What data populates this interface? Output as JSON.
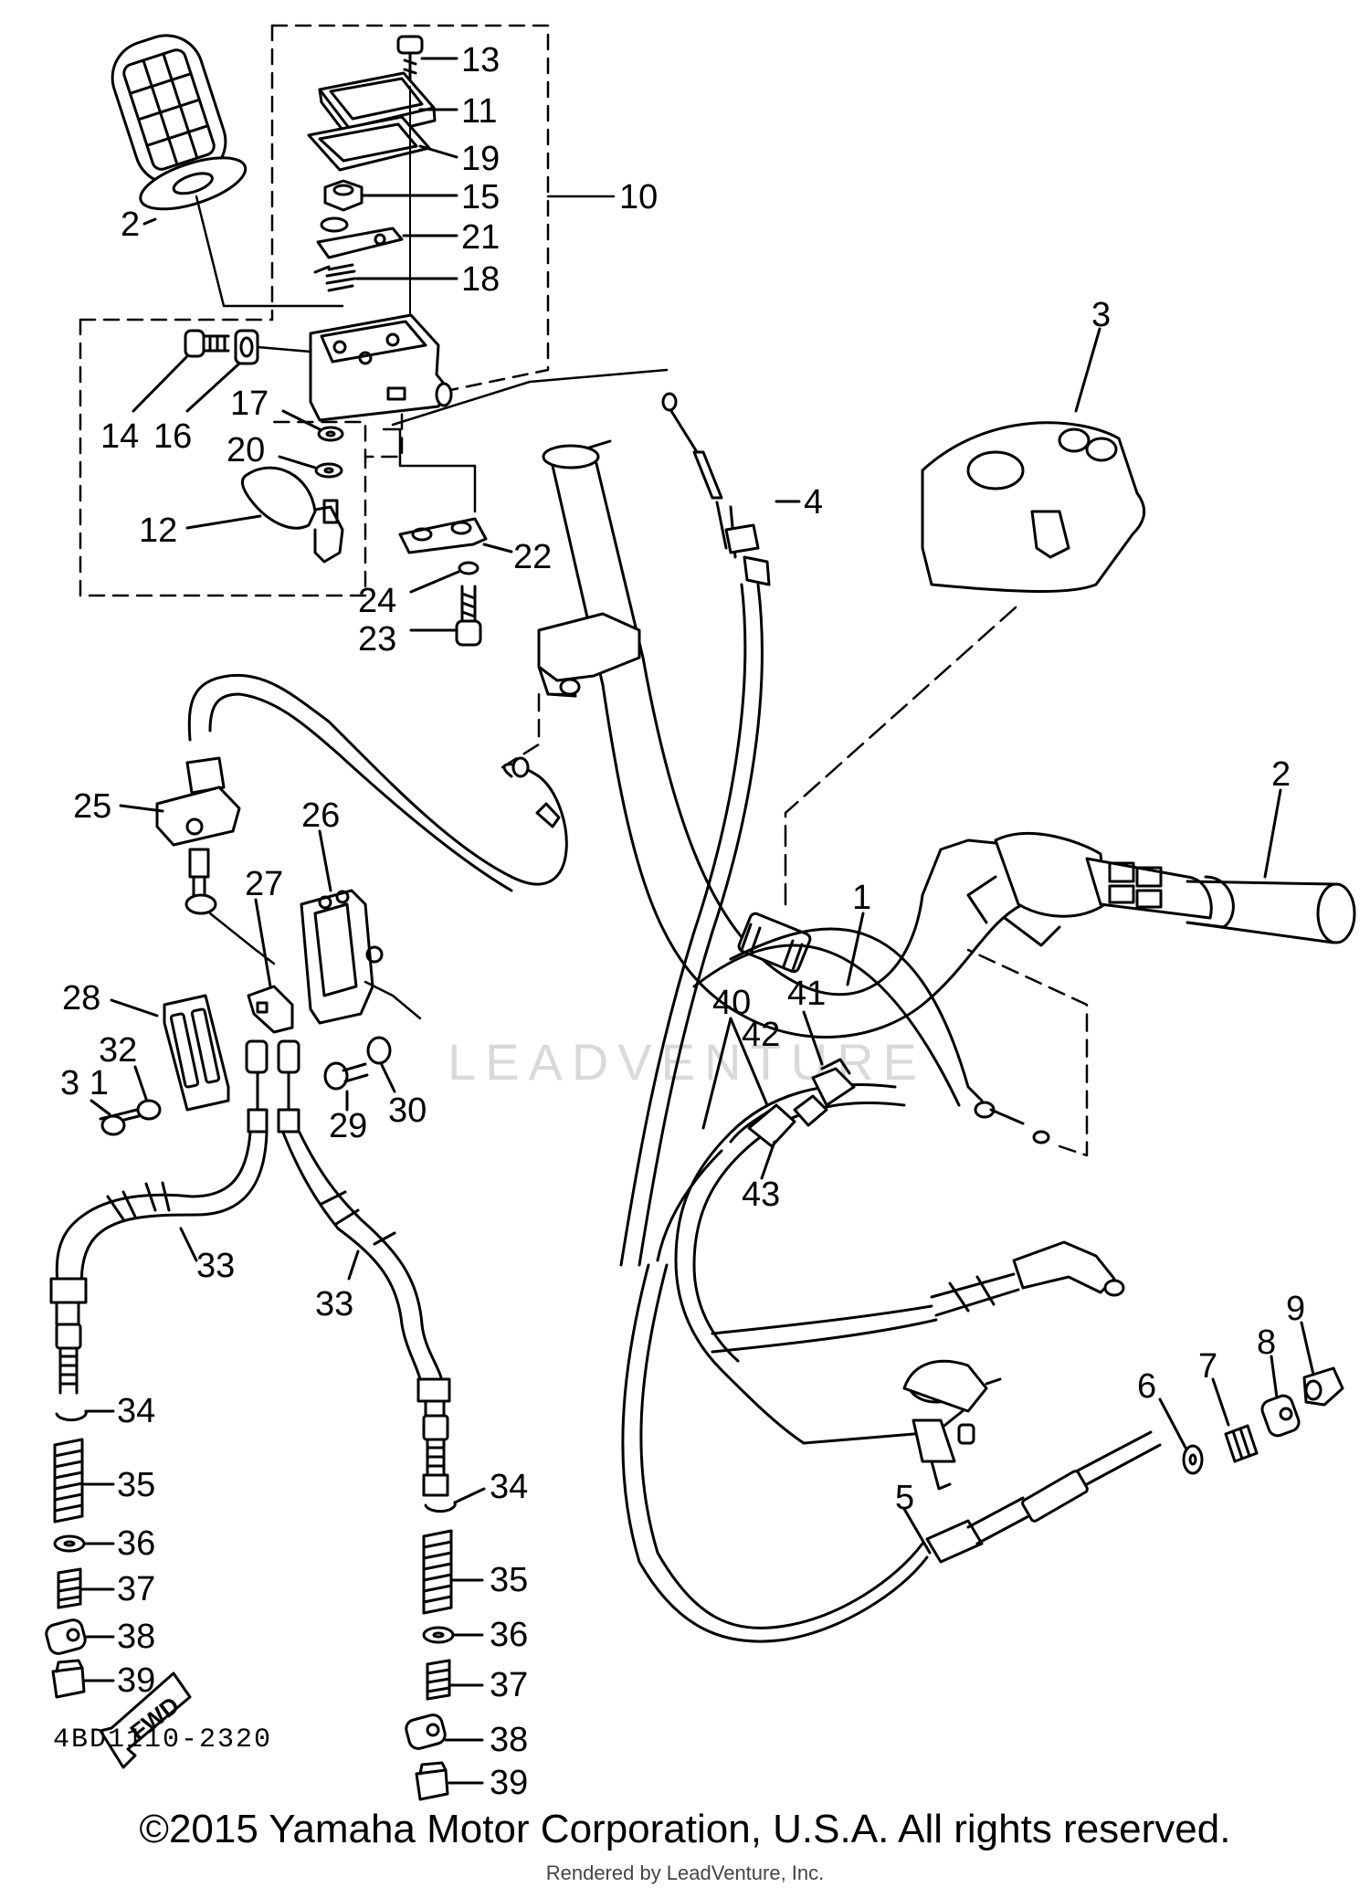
{
  "diagram": {
    "code": "4BD1110-2320",
    "fwd_label": "FWD",
    "watermark": "LEADVENTURE",
    "callouts": [
      {
        "id": "c13",
        "text": "13"
      },
      {
        "id": "c11",
        "text": "11"
      },
      {
        "id": "c19",
        "text": "19"
      },
      {
        "id": "c15",
        "text": "15"
      },
      {
        "id": "c21",
        "text": "21"
      },
      {
        "id": "c10",
        "text": "10"
      },
      {
        "id": "c18",
        "text": "18"
      },
      {
        "id": "c2a",
        "text": "2"
      },
      {
        "id": "c14",
        "text": "14"
      },
      {
        "id": "c16",
        "text": "16"
      },
      {
        "id": "c17",
        "text": "17"
      },
      {
        "id": "c20",
        "text": "20"
      },
      {
        "id": "c12",
        "text": "12"
      },
      {
        "id": "c22",
        "text": "22"
      },
      {
        "id": "c24",
        "text": "24"
      },
      {
        "id": "c23",
        "text": "23"
      },
      {
        "id": "c3",
        "text": "3"
      },
      {
        "id": "c4",
        "text": "4"
      },
      {
        "id": "c25",
        "text": "25"
      },
      {
        "id": "c26",
        "text": "26"
      },
      {
        "id": "c27",
        "text": "27"
      },
      {
        "id": "c2b",
        "text": "2"
      },
      {
        "id": "c28",
        "text": "28"
      },
      {
        "id": "c32",
        "text": "32"
      },
      {
        "id": "c31",
        "text": "3 1"
      },
      {
        "id": "c29",
        "text": "29"
      },
      {
        "id": "c30",
        "text": "30"
      },
      {
        "id": "c1",
        "text": "1"
      },
      {
        "id": "c40",
        "text": "40"
      },
      {
        "id": "c41",
        "text": "41"
      },
      {
        "id": "c42",
        "text": "42"
      },
      {
        "id": "c43",
        "text": "43"
      },
      {
        "id": "c33a",
        "text": "33"
      },
      {
        "id": "c33b",
        "text": "33"
      },
      {
        "id": "c34a",
        "text": "34"
      },
      {
        "id": "c35a",
        "text": "35"
      },
      {
        "id": "c36a",
        "text": "36"
      },
      {
        "id": "c37a",
        "text": "37"
      },
      {
        "id": "c38a",
        "text": "38"
      },
      {
        "id": "c39a",
        "text": "39"
      },
      {
        "id": "c34b",
        "text": "34"
      },
      {
        "id": "c35b",
        "text": "35"
      },
      {
        "id": "c36b",
        "text": "36"
      },
      {
        "id": "c37b",
        "text": "37"
      },
      {
        "id": "c38b",
        "text": "38"
      },
      {
        "id": "c39b",
        "text": "39"
      },
      {
        "id": "c6",
        "text": "6"
      },
      {
        "id": "c7",
        "text": "7"
      },
      {
        "id": "c8",
        "text": "8"
      },
      {
        "id": "c9",
        "text": "9"
      },
      {
        "id": "c5",
        "text": "5"
      }
    ]
  },
  "footer": {
    "copyright": "©2015 Yamaha Motor Corporation, U.S.A. All rights reserved.",
    "rendered_by": "Rendered by LeadVenture, Inc."
  }
}
